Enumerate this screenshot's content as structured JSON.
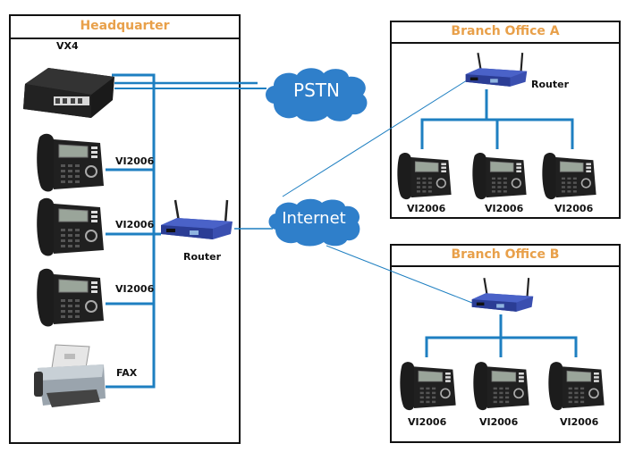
{
  "diagram": {
    "headquarter": {
      "title": "Headquarter",
      "pbx_label": "VX4",
      "phones": [
        "VI2006",
        "VI2006",
        "VI2006"
      ],
      "fax_label": "FAX",
      "router_label": "Router"
    },
    "clouds": {
      "pstn": "PSTN",
      "internet": "Internet"
    },
    "branch_a": {
      "title": "Branch Office A",
      "router_label": "Router",
      "phones": [
        "VI2006",
        "VI2006",
        "VI2006"
      ]
    },
    "branch_b": {
      "title": "Branch Office B",
      "phones": [
        "VI2006",
        "VI2006",
        "VI2006"
      ]
    },
    "colors": {
      "wire": "#1e7fc1",
      "cloud": "#2f7fca",
      "title": "#e8a04a",
      "border": "#111111"
    }
  }
}
